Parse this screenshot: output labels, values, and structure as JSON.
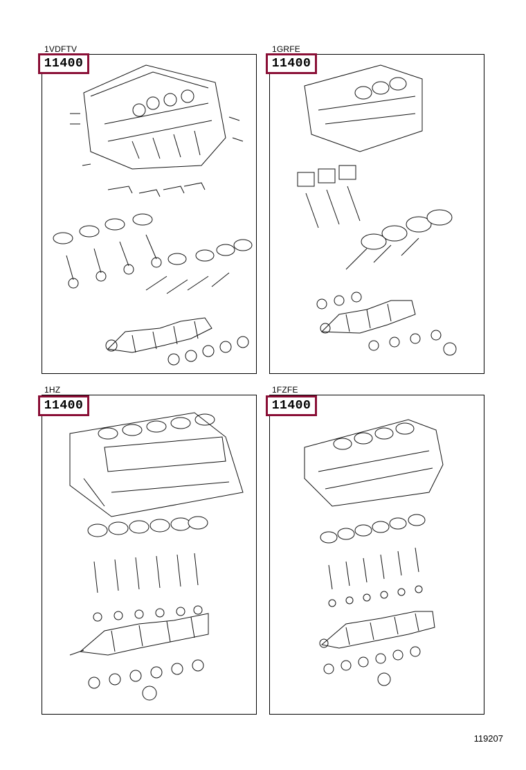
{
  "panels": [
    {
      "engine": "1VDFTV",
      "part_number": "11400"
    },
    {
      "engine": "1GRFE",
      "part_number": "11400"
    },
    {
      "engine": "1HZ",
      "part_number": "11400"
    },
    {
      "engine": "1FZFE",
      "part_number": "11400"
    }
  ],
  "page_number": "119207"
}
